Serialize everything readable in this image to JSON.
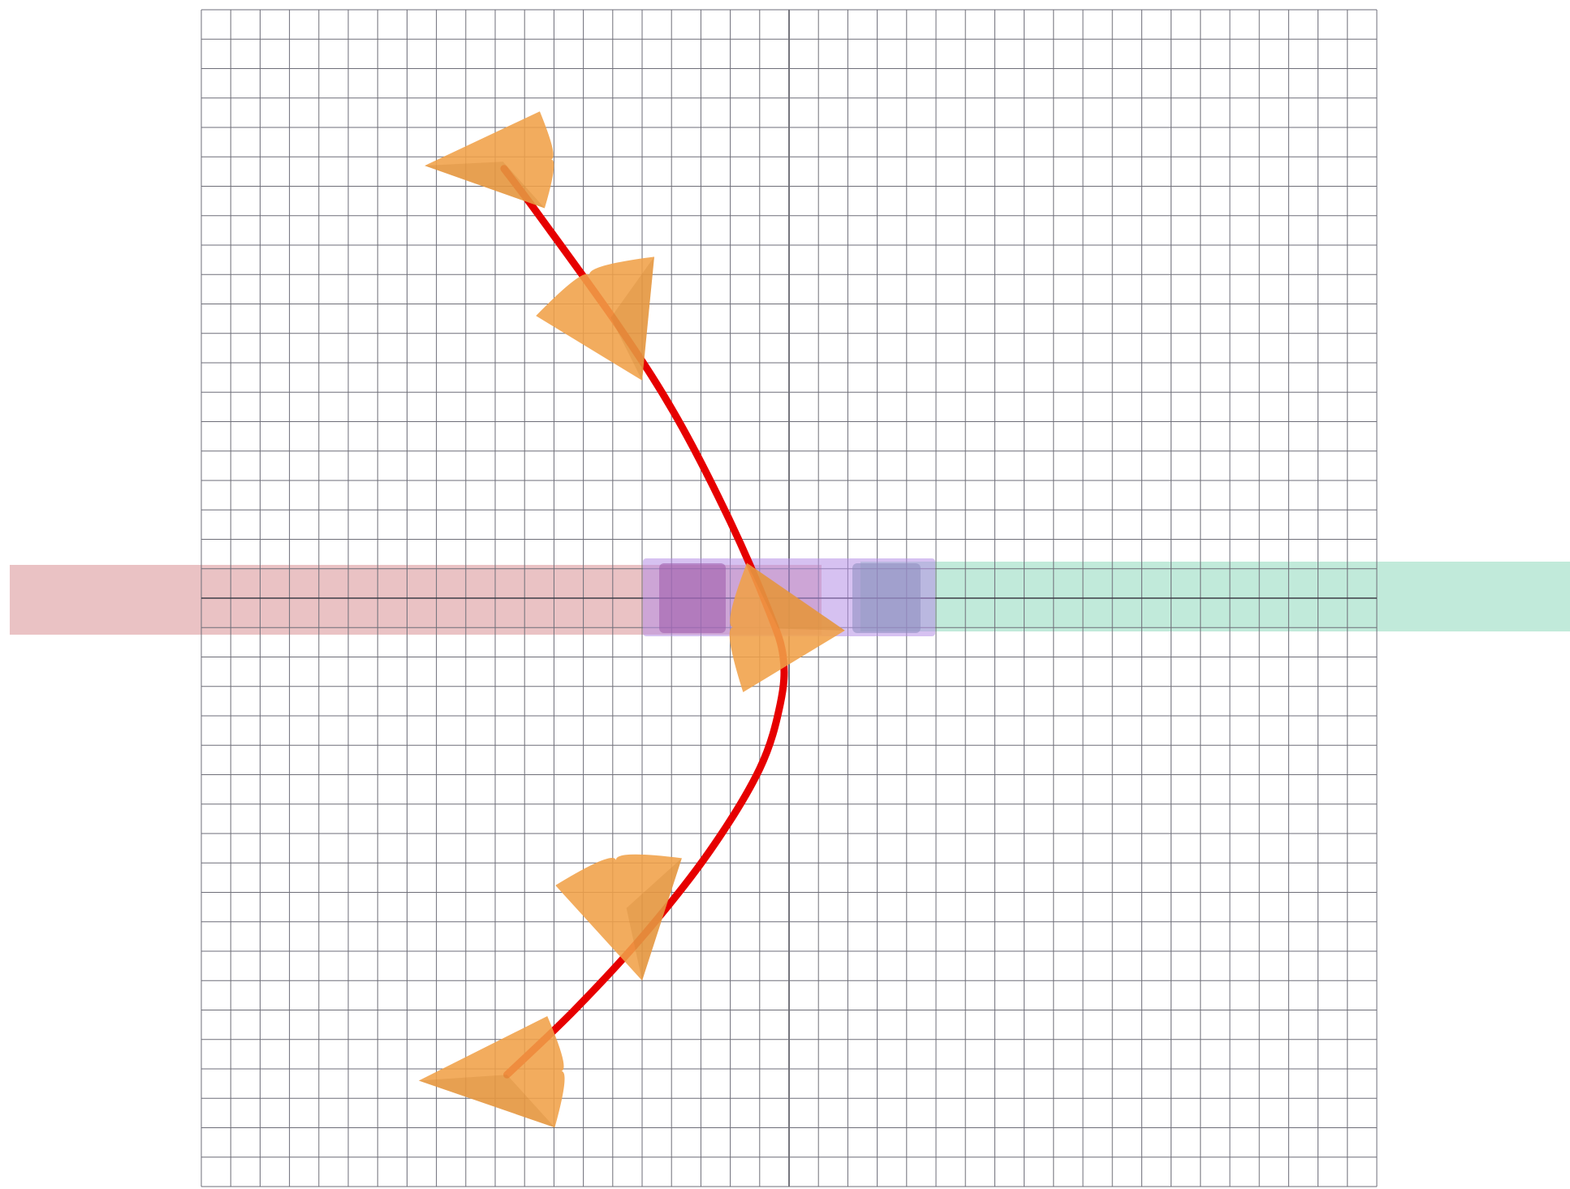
{
  "scene": {
    "colors": {
      "background": "#ffffff",
      "grid": "#6e6e78",
      "grid_axis": "#3c3c46",
      "left_band": "#d98f93",
      "right_band": "#8ed8bb",
      "overlap_zone": "#b48ee6",
      "overlap_block_left": "#9c5aaa",
      "overlap_block_right": "#8c8cbe",
      "path": "#e60000",
      "cone": "#f0a048"
    },
    "grid": {
      "columns": 40,
      "rows": 40
    },
    "path": {
      "description_points_grid": [
        [
          10.3,
          5.4
        ],
        [
          11.5,
          7.0
        ],
        [
          14.3,
          10.9
        ],
        [
          16.2,
          13.9
        ],
        [
          18.0,
          17.4
        ],
        [
          19.3,
          20.4
        ],
        [
          19.8,
          22.0
        ],
        [
          19.7,
          23.6
        ],
        [
          19.0,
          25.8
        ],
        [
          17.3,
          28.6
        ],
        [
          15.1,
          31.4
        ],
        [
          12.7,
          34.0
        ],
        [
          10.4,
          36.2
        ]
      ]
    },
    "cones": [
      {
        "name": "cone-1",
        "apex": [
          7.6,
          5.3
        ],
        "base_center": [
          11.6,
          5.1
        ],
        "base_radius": 1.65
      },
      {
        "name": "cone-2",
        "apex": [
          15.0,
          12.6
        ],
        "base_center": [
          13.4,
          9.4
        ],
        "base_radius": 2.25
      },
      {
        "name": "cone-3",
        "apex": [
          21.9,
          21.1
        ],
        "base_center": [
          18.5,
          21.0
        ],
        "base_radius": 2.2
      },
      {
        "name": "cone-4",
        "apex": [
          15.0,
          33.0
        ],
        "base_center": [
          14.2,
          29.3
        ],
        "base_radius": 2.2
      },
      {
        "name": "cone-5",
        "apex": [
          7.4,
          36.4
        ],
        "base_center": [
          11.9,
          36.1
        ],
        "base_radius": 1.9
      }
    ]
  }
}
